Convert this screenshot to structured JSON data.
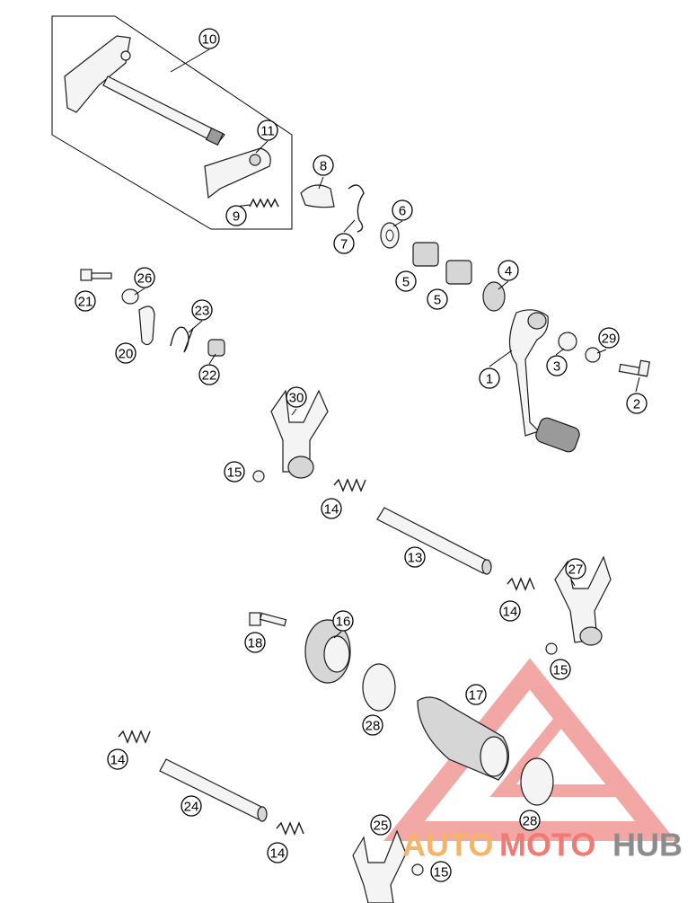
{
  "callouts": [
    {
      "id": "c1",
      "label": "1"
    },
    {
      "id": "c2",
      "label": "2"
    },
    {
      "id": "c3",
      "label": "3"
    },
    {
      "id": "c4",
      "label": "4"
    },
    {
      "id": "c5a",
      "label": "5"
    },
    {
      "id": "c5b",
      "label": "5"
    },
    {
      "id": "c6",
      "label": "6"
    },
    {
      "id": "c7",
      "label": "7"
    },
    {
      "id": "c8",
      "label": "8"
    },
    {
      "id": "c9",
      "label": "9"
    },
    {
      "id": "c10",
      "label": "10"
    },
    {
      "id": "c11",
      "label": "11"
    },
    {
      "id": "c13",
      "label": "13"
    },
    {
      "id": "c14a",
      "label": "14"
    },
    {
      "id": "c14b",
      "label": "14"
    },
    {
      "id": "c14c",
      "label": "14"
    },
    {
      "id": "c14d",
      "label": "14"
    },
    {
      "id": "c15a",
      "label": "15"
    },
    {
      "id": "c15b",
      "label": "15"
    },
    {
      "id": "c15c",
      "label": "15"
    },
    {
      "id": "c16",
      "label": "16"
    },
    {
      "id": "c17",
      "label": "17"
    },
    {
      "id": "c18",
      "label": "18"
    },
    {
      "id": "c20",
      "label": "20"
    },
    {
      "id": "c21",
      "label": "21"
    },
    {
      "id": "c22",
      "label": "22"
    },
    {
      "id": "c23",
      "label": "23"
    },
    {
      "id": "c24",
      "label": "24"
    },
    {
      "id": "c25",
      "label": "25"
    },
    {
      "id": "c26",
      "label": "26"
    },
    {
      "id": "c27",
      "label": "27"
    },
    {
      "id": "c28a",
      "label": "28"
    },
    {
      "id": "c28b",
      "label": "28"
    },
    {
      "id": "c29",
      "label": "29"
    },
    {
      "id": "c30",
      "label": "30"
    }
  ],
  "watermark": {
    "part1": "AUTO",
    "part2": "MOTO",
    "part3": "HUB",
    "color_auto": "#f5b46a",
    "color_moto": "#f07a74",
    "color_hub": "#8c8c8c",
    "triangle_color": "#e8605a"
  }
}
